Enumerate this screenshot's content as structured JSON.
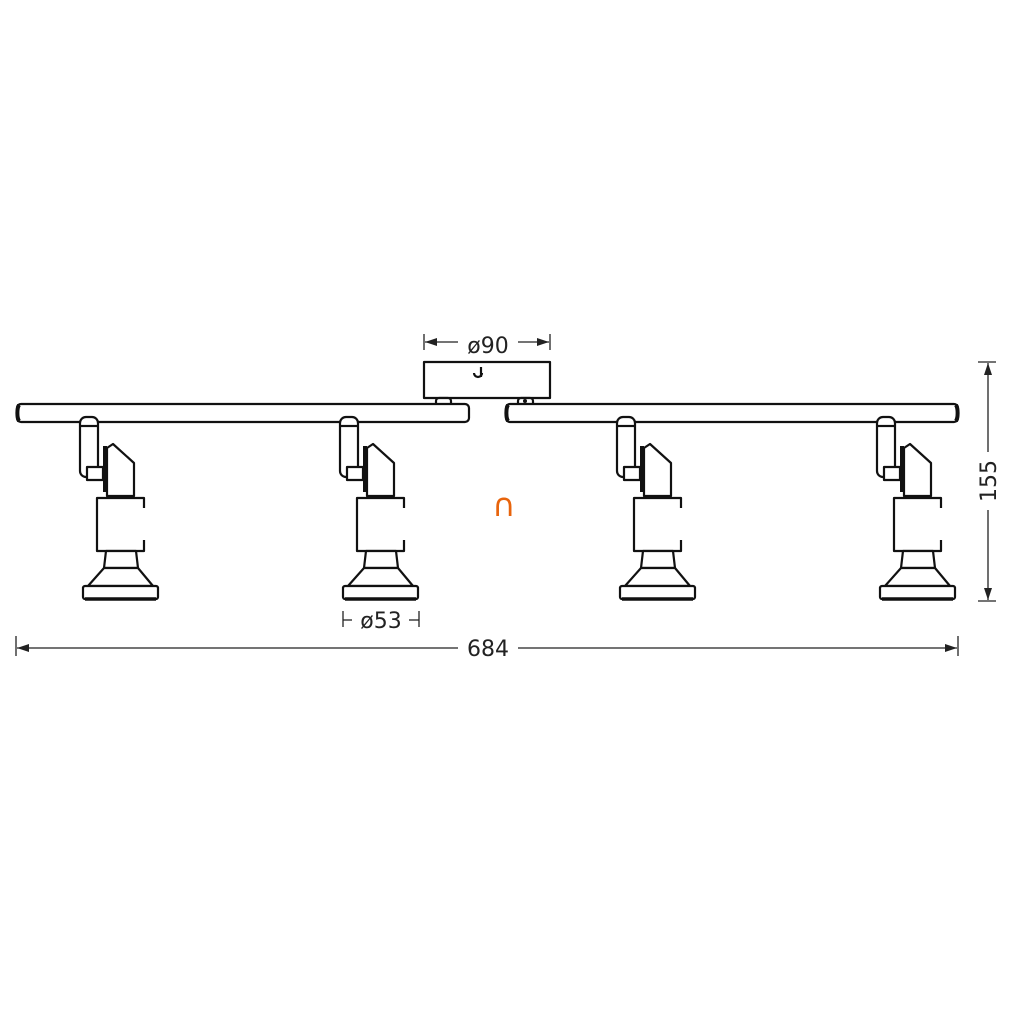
{
  "drawing": {
    "title": "4-spot ceiling bar light dimension drawing",
    "spot_count": 4,
    "dimensions": {
      "canopy_diameter": "ø90",
      "spot_diameter": "ø53",
      "total_length": "684",
      "height": "155"
    },
    "orientation_mark": "∩",
    "colors": {
      "line": "#111111",
      "accent": "#e8640c"
    }
  }
}
